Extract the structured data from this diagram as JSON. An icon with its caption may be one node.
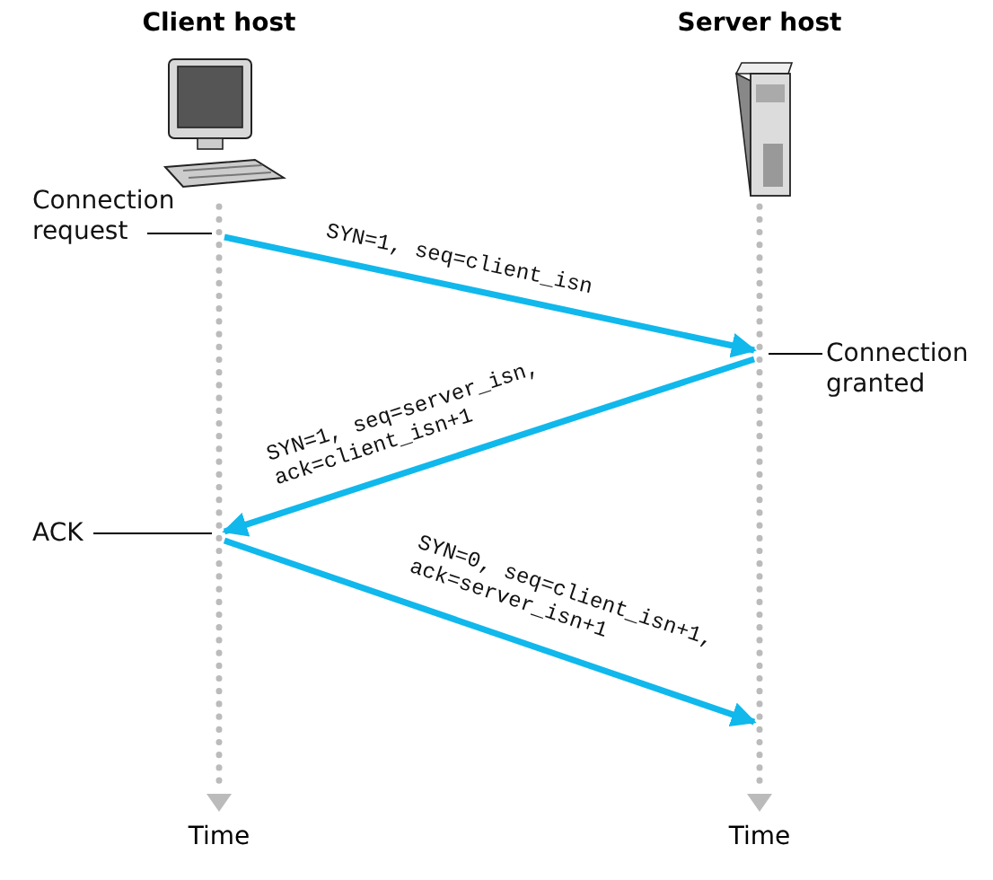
{
  "diagram": {
    "nodes": [
      {
        "text": [
          "Client host"
        ],
        "beside": [
          "Time"
        ]
      },
      {
        "text": [
          "Server host"
        ],
        "beside": [
          "Time"
        ]
      },
      {
        "text": [
          "Connection request"
        ]
      },
      {
        "text": [
          "Connection granted"
        ]
      },
      {
        "text": [
          "ACK"
        ]
      }
    ],
    "edges": [
      {
        "from": 0,
        "to": 1,
        "arrow": "to",
        "label": "SYN=1, seq=client_isn",
        "style": "thick"
      },
      {
        "from": 1,
        "to": 0,
        "arrow": "to",
        "label": "SYN=1, seq=server_isn, ack=client_isn+1",
        "style": "thick"
      },
      {
        "from": 0,
        "to": 1,
        "arrow": "to",
        "label": "SYN=0, seq=client_isn+1, ack=server_isn+1",
        "style": "thick"
      },
      {
        "from": 2,
        "to": 0,
        "arrow": "none",
        "color": "#000000"
      },
      {
        "from": 3,
        "to": 1,
        "arrow": "none",
        "color": "#000000"
      },
      {
        "from": 4,
        "to": 0,
        "arrow": "none",
        "color": "#000000"
      }
    ]
  }
}
